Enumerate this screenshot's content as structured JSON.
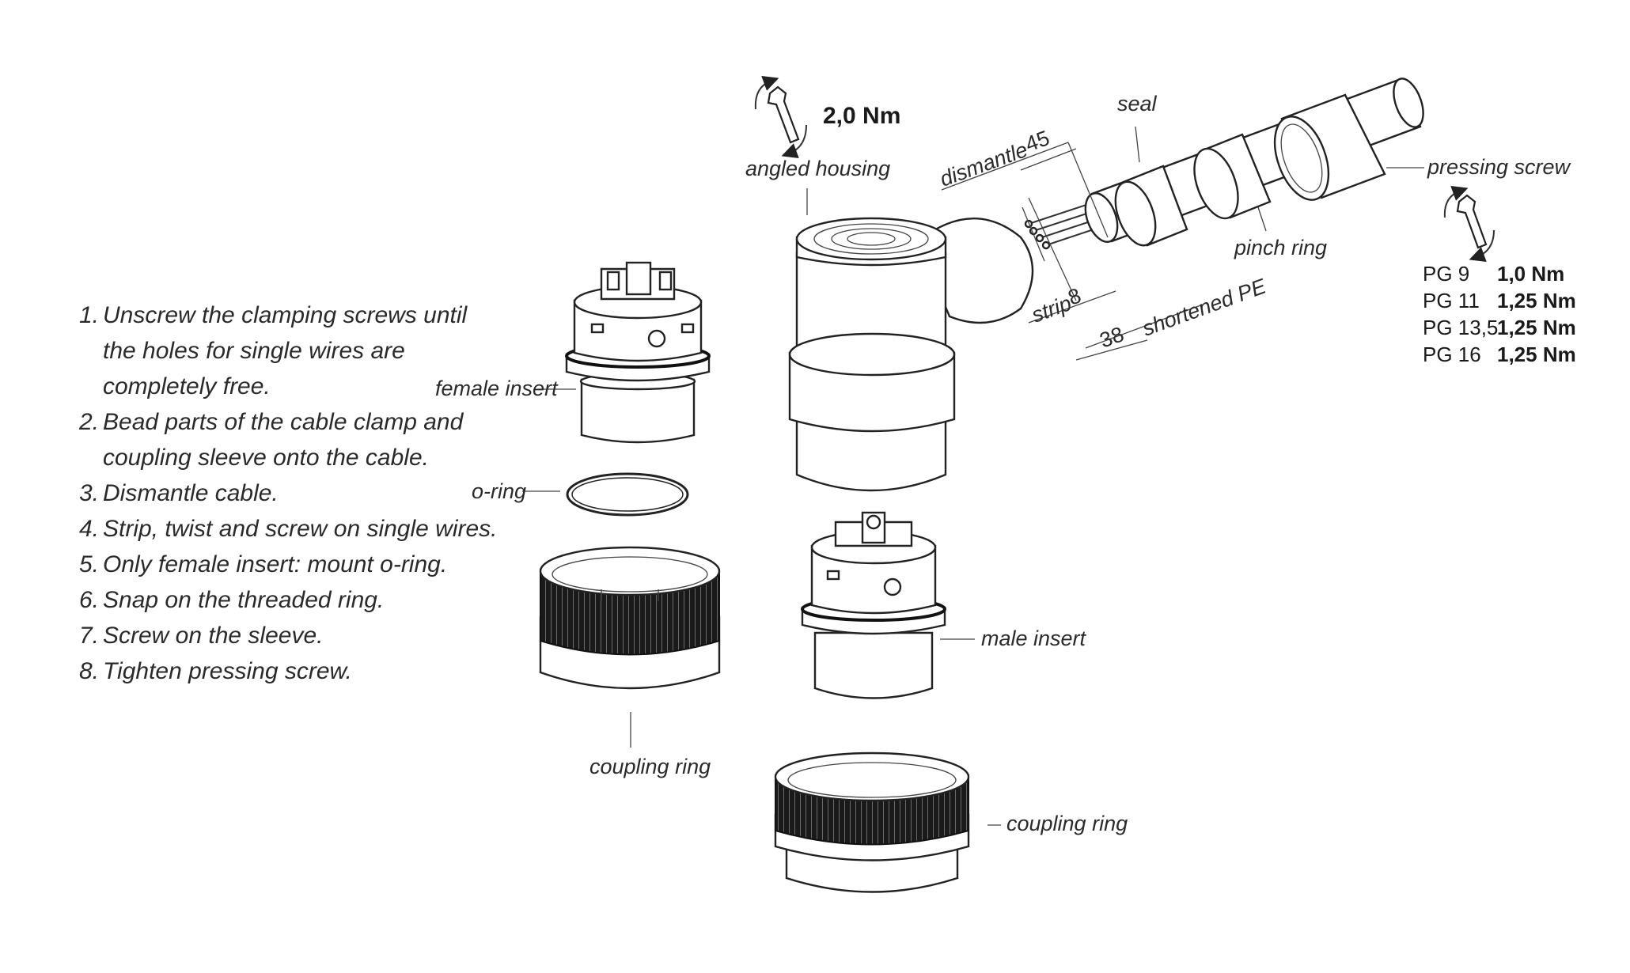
{
  "instructions": [
    {
      "num": "1.",
      "lines": [
        "Unscrew the clamping screws until",
        "the holes for single wires are",
        "completely free."
      ]
    },
    {
      "num": "2.",
      "lines": [
        "Bead parts of the cable clamp and",
        "coupling sleeve onto the cable."
      ]
    },
    {
      "num": "3.",
      "lines": [
        "Dismantle cable."
      ]
    },
    {
      "num": "4.",
      "lines": [
        "Strip, twist and screw on single wires."
      ]
    },
    {
      "num": "5.",
      "lines": [
        "Only female insert: mount o-ring."
      ]
    },
    {
      "num": "6.",
      "lines": [
        "Snap on the threaded ring."
      ]
    },
    {
      "num": "7.",
      "lines": [
        "Screw on the sleeve."
      ]
    },
    {
      "num": "8.",
      "lines": [
        "Tighten pressing screw."
      ]
    }
  ],
  "labels": {
    "angled_housing": "angled housing",
    "female_insert": "female insert",
    "o_ring": "o-ring",
    "coupling_ring_left": "coupling ring",
    "male_insert": "male insert",
    "coupling_ring_right": "coupling ring",
    "seal": "seal",
    "pressing_screw": "pressing screw",
    "pinch_ring": "pinch ring",
    "dismantle": "dismantle",
    "strip": "strip",
    "shortened_pe": "shortened PE"
  },
  "dimensions": {
    "dismantle_length": "45",
    "strip_length": "8",
    "shortened_pe_length": "38"
  },
  "housing_torque": "2,0 Nm",
  "pressing_screw_torque": [
    {
      "size": "PG 9",
      "torque": "1,0 Nm"
    },
    {
      "size": "PG 11",
      "torque": "1,25 Nm"
    },
    {
      "size": "PG 13,5",
      "torque": "1,25 Nm"
    },
    {
      "size": "PG 16",
      "torque": "1,25 Nm"
    }
  ],
  "icons": [
    "wrench-torque-icon",
    "wrench-torque-icon"
  ]
}
